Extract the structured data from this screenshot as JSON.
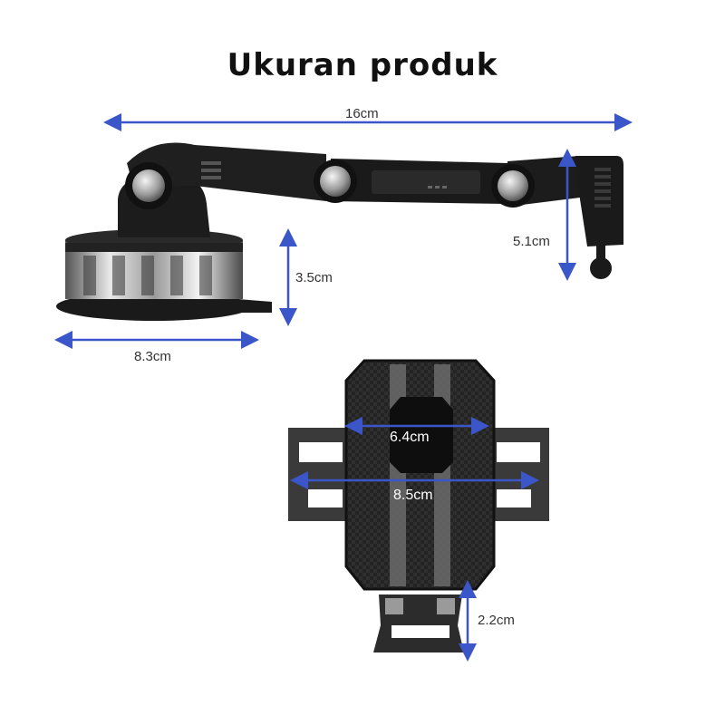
{
  "title": "Ukuran produk",
  "dimensions": {
    "arm_length": "16cm",
    "elbow_height": "5.1cm",
    "base_height": "3.5cm",
    "base_width": "8.3cm",
    "clamp_inner": "6.4cm",
    "clamp_outer": "8.5cm",
    "clip_height": "2.2cm"
  },
  "colors": {
    "arrow": "#3a56c9",
    "product": "#1b1b1b",
    "accent_gray": "#8a8a8a"
  }
}
